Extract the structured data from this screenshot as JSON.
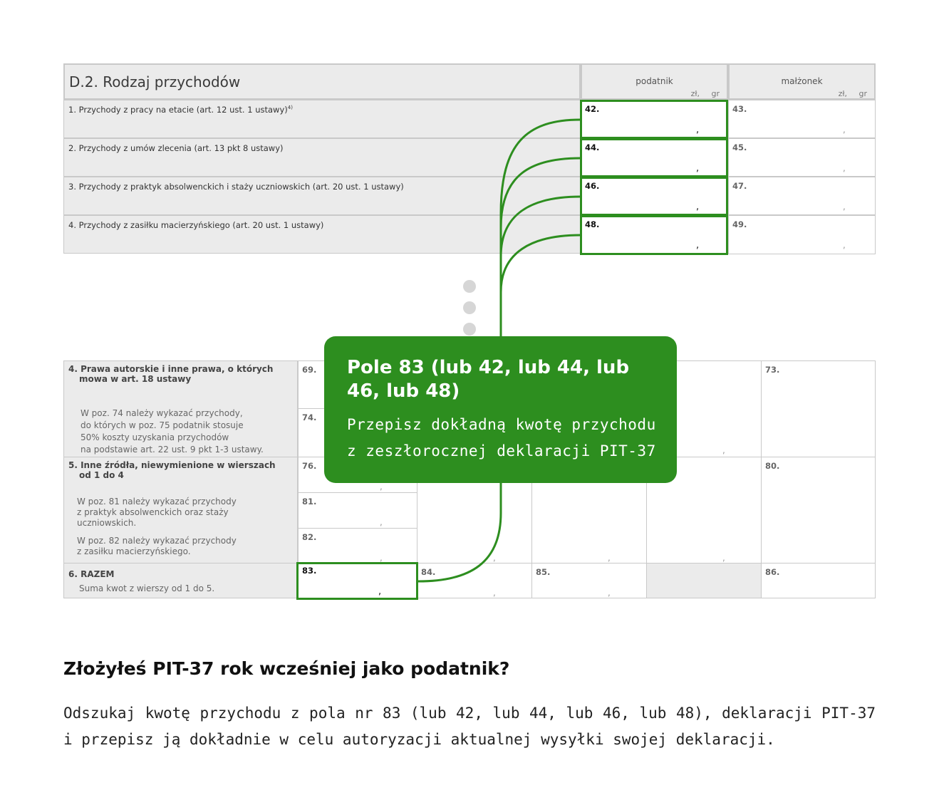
{
  "top_form": {
    "section_title": "D.2. Rodzaj przychodów",
    "col_podatnik": "podatnik",
    "col_malzonek": "małżonek",
    "zl": "zł,",
    "gr": "gr",
    "rows": [
      {
        "label": "1. Przychody z pracy na etacie (art. 12 ust. 1 ustawy)",
        "sup": "4)",
        "p": "42.",
        "m": "43."
      },
      {
        "label": "2. Przychody z umów zlecenia (art. 13 pkt 8 ustawy)",
        "sup": "",
        "p": "44.",
        "m": "45."
      },
      {
        "label": "3. Przychody z praktyk absolwenckich i staży uczniowskich (art. 20 ust. 1 ustawy)",
        "sup": "",
        "p": "46.",
        "m": "47."
      },
      {
        "label": "4. Przychody z zasiłku macierzyńskiego (art. 20 ust. 1 ustawy)",
        "sup": "",
        "p": "48.",
        "m": "49."
      }
    ],
    "comma": ","
  },
  "bottom_form": {
    "row4_title_1": "4. Prawa autorskie i inne prawa, o których",
    "row4_title_2": "mowa w art. 18 ustawy",
    "row4_note_1": "W poz. 74 należy wykazać przychody,",
    "row4_note_2": "do których w poz. 75 podatnik stosuje",
    "row4_note_3": "50% koszty uzyskania przychodów",
    "row4_note_4": "na podstawie art. 22 ust. 9 pkt 1-3 ustawy.",
    "row5_title_1": "5. Inne źródła, niewymienione w wierszach",
    "row5_title_2": "od 1 do 4",
    "row5_note_1": "W poz. 81 należy wykazać przychody",
    "row5_note_2": "z praktyk absolwenckich oraz staży",
    "row5_note_3": "uczniowskich.",
    "row5_note_4": "W poz. 82 należy wykazać przychody",
    "row5_note_5": "z zasiłku macierzyńskiego.",
    "row6_title": "6. RAZEM",
    "row6_note": "Suma kwot z wierszy od 1 do 5.",
    "f69": "69.",
    "f73": "73.",
    "f74": "74.",
    "f76": "76.",
    "f80": "80.",
    "f81": "81.",
    "f82": "82.",
    "f83": "83.",
    "f84": "84.",
    "f85": "85.",
    "f86": "86."
  },
  "callout": {
    "title": "Pole 83 (lub 42, lub 44, lub 46, lub 48)",
    "text_1": "Przepisz dokładną kwotę przychodu",
    "text_2": "z zeszłorocznej deklaracji PIT-37"
  },
  "heading": "Złożyłeś PIT-37 rok wcześniej jako podatnik?",
  "paragraph": "Odszukaj kwotę przychodu z pola nr 83 (lub 42, lub 44, lub 46, lub 48), deklaracji PIT-37 i przepisz ją dokładnie w celu autoryzacji aktualnej wysyłki swojej deklaracji.",
  "colors": {
    "accent_green": "#2d8e1f",
    "form_grey": "#ebebeb",
    "border_grey": "#c9c9c9"
  }
}
